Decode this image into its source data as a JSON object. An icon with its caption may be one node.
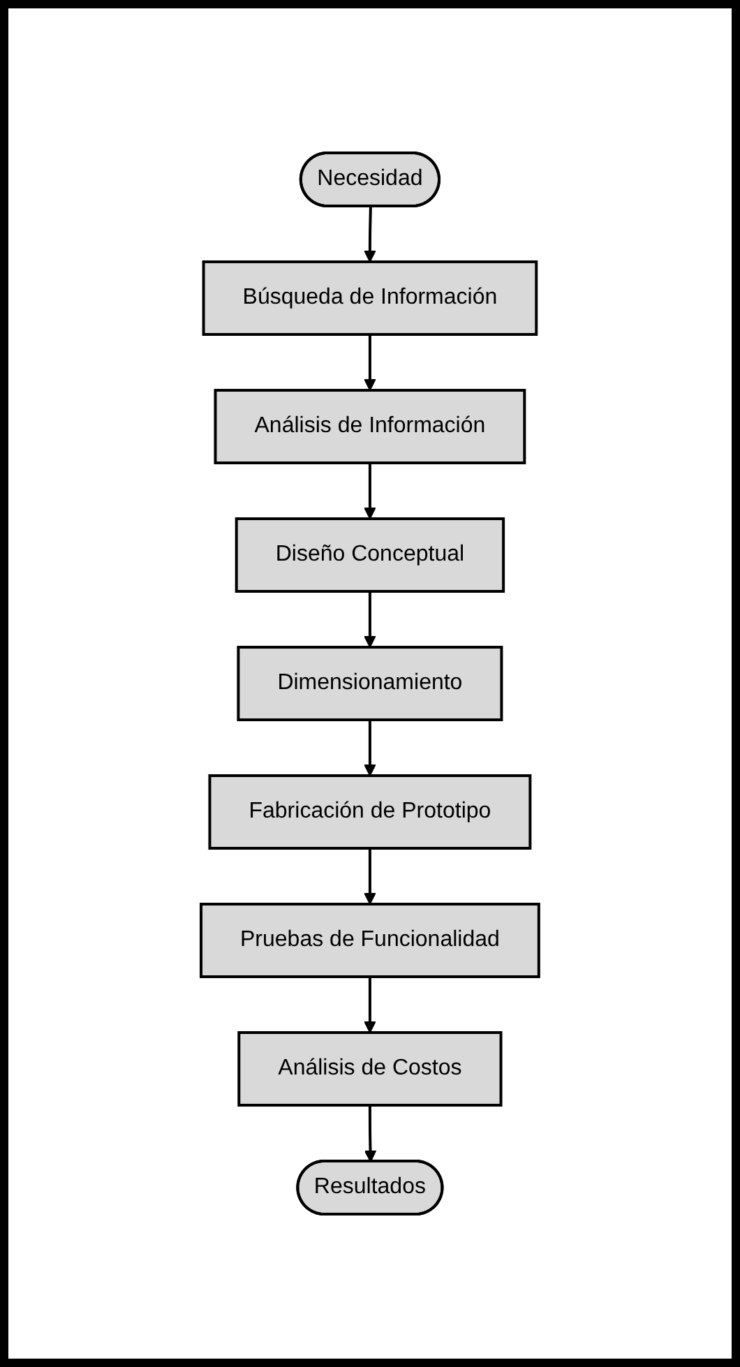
{
  "diagram": {
    "nodes": [
      {
        "text": [
          "Necesidad"
        ]
      },
      {
        "text": [
          "Búsqueda de Información"
        ]
      },
      {
        "text": [
          "Análisis de Información"
        ]
      },
      {
        "text": [
          "Diseño Conceptual"
        ]
      },
      {
        "text": [
          "Dimensionamiento"
        ]
      },
      {
        "text": [
          "Fabricación de Prototipo"
        ]
      },
      {
        "text": [
          "Pruebas de Funcionalidad"
        ]
      },
      {
        "text": [
          "Análisis de Costos"
        ]
      },
      {
        "text": [
          "Resultados"
        ]
      }
    ],
    "edges": [
      {
        "from": 0,
        "to": 1,
        "arrow": "to"
      },
      {
        "from": 1,
        "to": 2,
        "arrow": "to"
      },
      {
        "from": 2,
        "to": 3,
        "arrow": "to"
      },
      {
        "from": 3,
        "to": 4,
        "arrow": "to"
      },
      {
        "from": 4,
        "to": 5,
        "arrow": "to"
      },
      {
        "from": 5,
        "to": 6,
        "arrow": "to"
      },
      {
        "from": 6,
        "to": 7,
        "arrow": "to"
      },
      {
        "from": 7,
        "to": 8,
        "arrow": "to"
      }
    ]
  }
}
